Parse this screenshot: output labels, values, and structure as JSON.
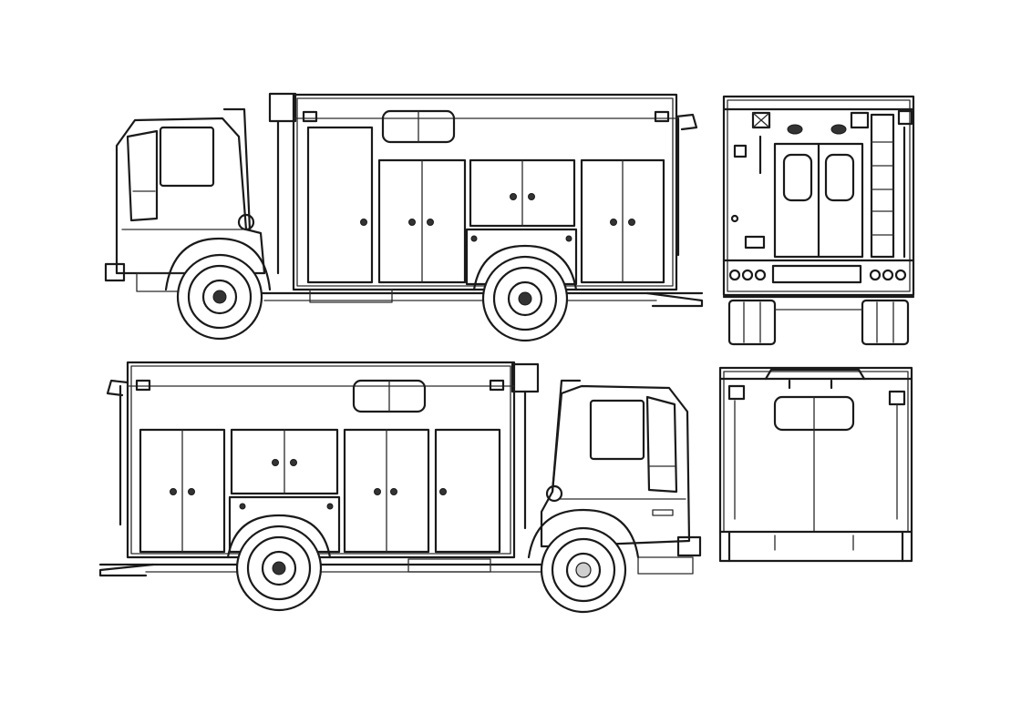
{
  "views": [
    {
      "id": "left-side",
      "kind": "side"
    },
    {
      "id": "rear",
      "kind": "rear"
    },
    {
      "id": "right-side",
      "kind": "side"
    },
    {
      "id": "front",
      "kind": "front"
    }
  ],
  "colors": {
    "line": "#1a1a1a",
    "background": "#ffffff"
  }
}
